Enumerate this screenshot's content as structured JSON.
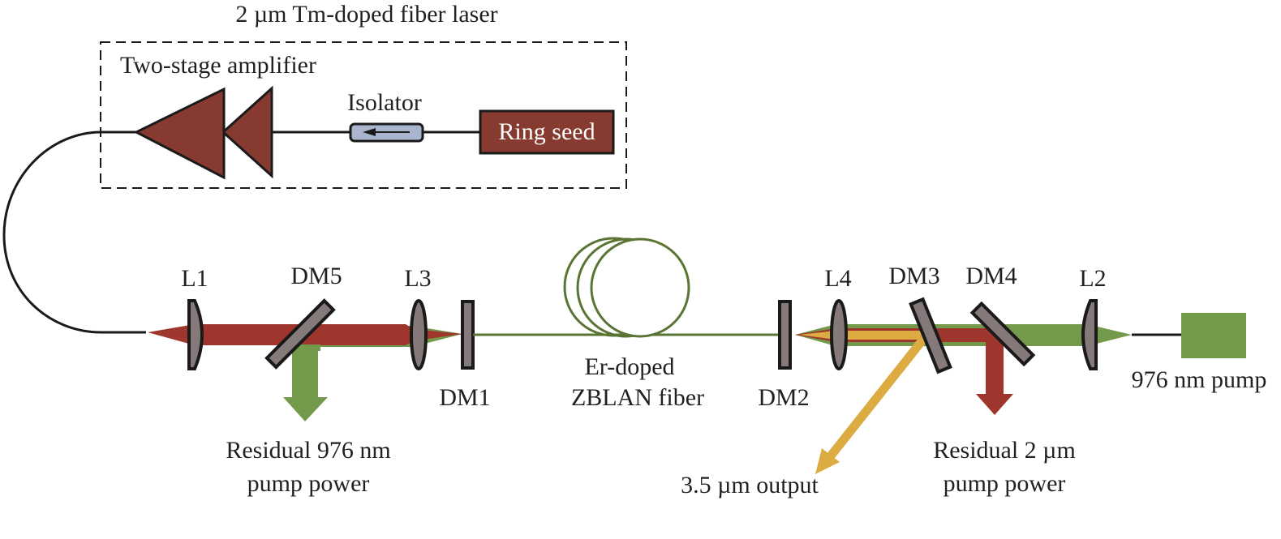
{
  "title": "2 µm Tm-doped fiber laser",
  "colors": {
    "pump_976": "#73994a",
    "pump_2um": "#9e362d",
    "output_3_5um": "#dcac42",
    "optic_fill": "#857a79",
    "amplifier_fill": "#873a2f",
    "isolator_fill": "#a9b5cf",
    "fiber_coil": "#5a7434"
  },
  "seed_box": {
    "group_label": "Two-stage amplifier",
    "isolator_label": "Isolator",
    "seed_label": "Ring seed"
  },
  "components": {
    "L1": "L1",
    "DM5": "DM5",
    "L3": "L3",
    "DM1": "DM1",
    "DM2": "DM2",
    "L4": "L4",
    "DM3": "DM3",
    "DM4": "DM4",
    "L2": "L2"
  },
  "fiber_label": [
    "Er-doped",
    "ZBLAN fiber"
  ],
  "pump_label": "976 nm pump",
  "residual_976_label": [
    "Residual 976 nm",
    "pump power"
  ],
  "residual_2um_label": [
    "Residual 2 µm",
    "pump power"
  ],
  "output_label": "3.5 µm output"
}
